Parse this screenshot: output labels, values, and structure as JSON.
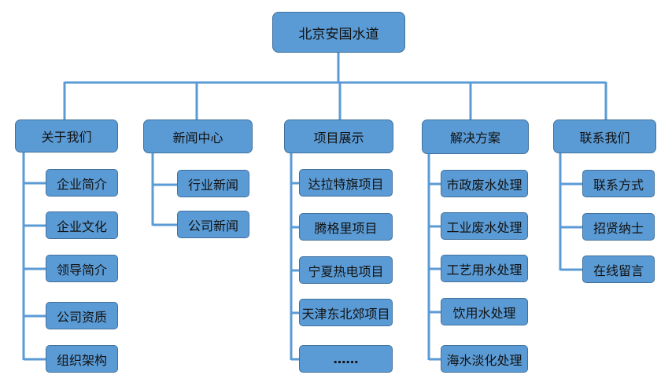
{
  "title": "北京安国水道",
  "sections": [
    {
      "label": "关于我们",
      "items": [
        "企业简介",
        "企业文化",
        "领导简介",
        "公司资质",
        "组织架构"
      ]
    },
    {
      "label": "新闻中心",
      "items": [
        "行业新闻",
        "公司新闻"
      ]
    },
    {
      "label": "项目展示",
      "items": [
        "达拉特旗项目",
        "腾格里项目",
        "宁夏热电项目",
        "天津东北郊项目",
        "……"
      ]
    },
    {
      "label": "解决方案",
      "items": [
        "市政废水处理",
        "工业废水处理",
        "工艺用水处理",
        "饮用水处理",
        "海水淡化处理"
      ]
    },
    {
      "label": "联系我们",
      "items": [
        "联系方式",
        "招贤纳士",
        "在线留言"
      ]
    }
  ],
  "colors": {
    "box_fill": "#5b9bd5",
    "box_border": "#41719c",
    "connector": "#5b9bd5"
  }
}
